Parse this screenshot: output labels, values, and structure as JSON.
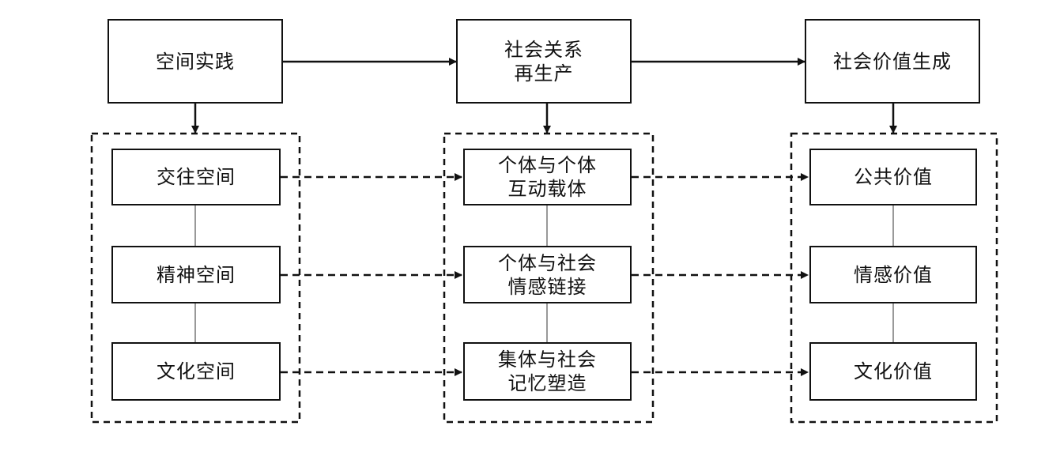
{
  "top": {
    "practice": "空间实践",
    "reproduction": "社会关系\n再生产",
    "value": "社会价值生成"
  },
  "spaces": {
    "interaction": "交往空间",
    "spirit": "精神空间",
    "culture": "文化空间"
  },
  "relations": {
    "individual": "个体与个体\n互动载体",
    "emotional": "个体与社会\n情感链接",
    "memory": "集体与社会\n记忆塑造"
  },
  "values": {
    "public": "公共价值",
    "emotional": "情感价值",
    "cultural": "文化价值"
  }
}
